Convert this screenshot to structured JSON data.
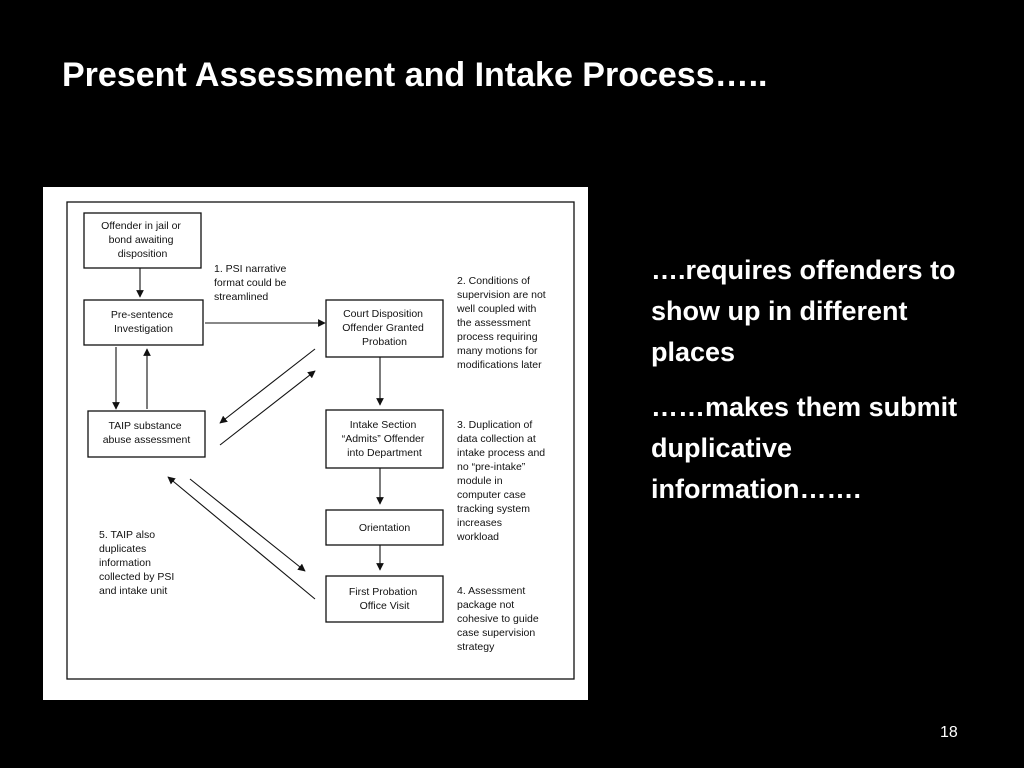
{
  "slide": {
    "title": "Present Assessment and Intake Process…..",
    "number": "18"
  },
  "bullets": [
    "….requires offenders to show up in different places",
    "……makes them submit duplicative information……."
  ],
  "diagram": {
    "nodes": {
      "offender_in_jail": [
        "Offender in jail or",
        "bond awaiting",
        "disposition"
      ],
      "pre_sentence": [
        "Pre-sentence",
        "Investigation"
      ],
      "taip": [
        "TAIP substance",
        "abuse assessment"
      ],
      "court_disposition": [
        "Court Disposition",
        "Offender Granted",
        "Probation"
      ],
      "intake_section": [
        "Intake Section",
        "“Admits” Offender",
        "into Department"
      ],
      "orientation": [
        "Orientation"
      ],
      "first_probation": [
        "First Probation",
        "Office Visit"
      ]
    },
    "notes": {
      "note1": [
        "1. PSI narrative",
        "format could be",
        "streamlined"
      ],
      "note2": [
        "2. Conditions of",
        "supervision are not",
        "well coupled with",
        "the assessment",
        "process requiring",
        "many motions for",
        "modifications later"
      ],
      "note3": [
        "3. Duplication of",
        "data collection at",
        "intake process and",
        "no “pre-intake”",
        "module in",
        "computer case",
        "tracking system",
        "increases",
        "workload"
      ],
      "note4": [
        "4. Assessment",
        "package not",
        "cohesive to guide",
        "case supervision",
        "strategy"
      ],
      "note5": [
        "5. TAIP also",
        "duplicates",
        "information",
        "collected by PSI",
        "and intake unit"
      ]
    }
  }
}
